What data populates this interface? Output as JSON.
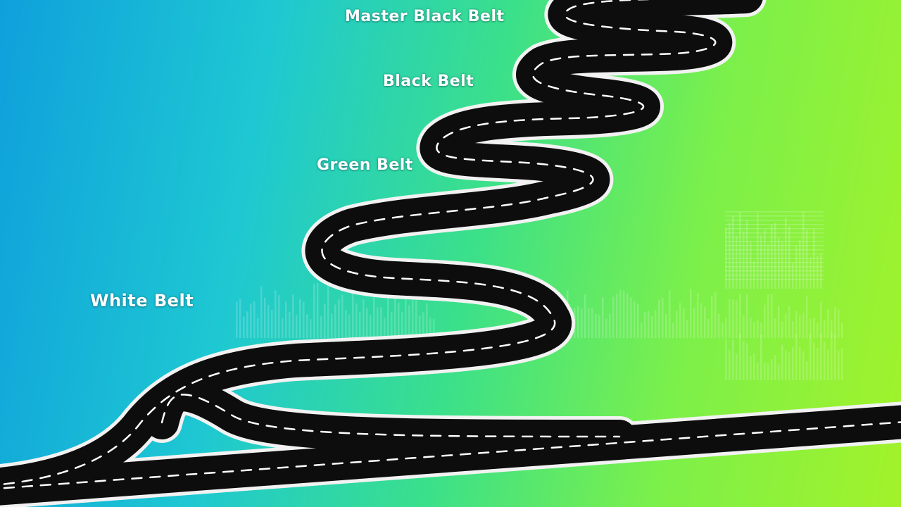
{
  "labels": {
    "white_belt": "White Belt",
    "green_belt": "Green Belt",
    "black_belt": "Black Belt",
    "master_black_belt": "Master Black Belt"
  },
  "colors": {
    "asphalt": "#0d0d0d",
    "road_edge": "#f2f2f2",
    "lane_marking": "#ffffff",
    "gradient_left": "#0fa0dc",
    "gradient_right": "#a2f22a"
  }
}
